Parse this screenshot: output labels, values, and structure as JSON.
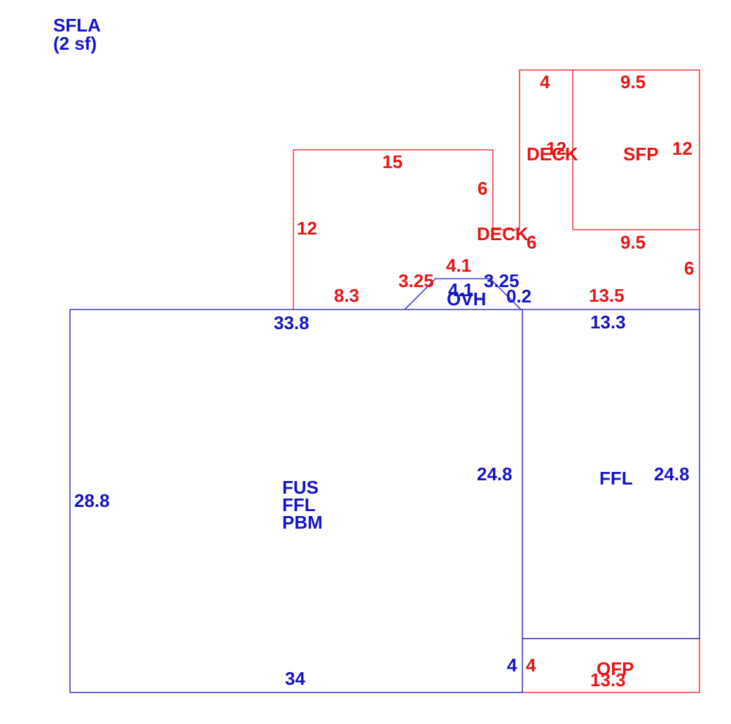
{
  "header": {
    "title": "SFLA",
    "subtitle": "(2 sf)"
  },
  "colors": {
    "living": "#1414c8",
    "other": "#e81414"
  },
  "areas": {
    "main": [
      "FUS",
      "FFL",
      "PBM"
    ],
    "right_ffl": "FFL",
    "ovh": "OVH",
    "deck_upper": "DECK",
    "deck_lower": "DECK",
    "sfp": "SFP",
    "ofp": "OFP"
  },
  "dims": {
    "main_top": "33.8",
    "main_bottom": "34",
    "main_left": "28.8",
    "main_right": "24.8",
    "main_right_lower": "4",
    "ffl_top": "13.3",
    "ffl_right": "24.8",
    "ofp_left": "4",
    "ofp_bottom": "13.3",
    "ovh_top": "4.1",
    "ovh_inner": "4.1",
    "ovh_left_diag": "3.25",
    "ovh_right_diag": "3.25",
    "ovh_right": "0.2",
    "deck_left_top": "15",
    "deck_left_side": "12",
    "deck_left_step": "6",
    "deck_left_bottom": "8.3",
    "deck_right_top": "4",
    "deck_right_side": "12",
    "deck_right_step": "6",
    "sfp_top": "9.5",
    "sfp_right": "12",
    "deck_low_top": "9.5",
    "deck_low_right": "6",
    "deck_low_bottom": "13.5"
  }
}
